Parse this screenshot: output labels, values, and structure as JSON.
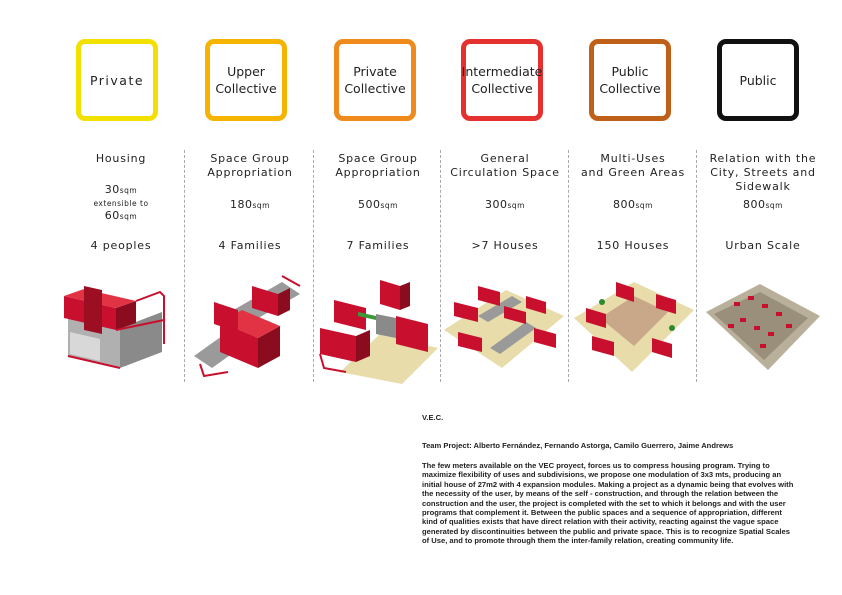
{
  "categories": [
    {
      "label": "Private",
      "color": "#f2e100"
    },
    {
      "label": "Upper\nCollective",
      "color": "#f5b400"
    },
    {
      "label": "Private\nCollective",
      "color": "#ef8a1c"
    },
    {
      "label": "Intermediate\nCollective",
      "color": "#e53030"
    },
    {
      "label": "Public\nCollective",
      "color": "#c06018"
    },
    {
      "label": "Public",
      "color": "#111111"
    }
  ],
  "columns": [
    {
      "title": "Housing",
      "size_a": "30",
      "unit": "sqm",
      "ext": "extensible to",
      "size_b": "60",
      "people": "4 peoples"
    },
    {
      "title": "Space Group\nAppropriation",
      "size": "180",
      "unit": "sqm",
      "people": "4 Families"
    },
    {
      "title": "Space Group\nAppropriation",
      "size": "500",
      "unit": "sqm",
      "people": "7 Families"
    },
    {
      "title": "General\nCirculation Space",
      "size": "300",
      "unit": "sqm",
      "people": ">7 Houses"
    },
    {
      "title": "Multi-Uses\nand Green Areas",
      "size": "800",
      "unit": "sqm",
      "people": "150 Houses"
    },
    {
      "title": "Relation with the\nCity, Streets and\nSidewalk",
      "size": "800",
      "unit": "sqm",
      "people": "Urban Scale"
    }
  ],
  "project": {
    "name": "V.E.C.",
    "team": "Team Project: Alberto Fernández, Fernando Astorga, Camilo Guerrero, Jaime Andrews",
    "description": "The few meters available on the VEC proyect, forces us to compress housing program. Trying to maximize flexibility of uses and subdivisions, we propose one modulation of 3x3 mts, producing an initial house of 27m2 with 4 expansion modules. Making a project as a dynamic being that evolves with the necessity of the user, by means of the self - construction, and through the relation between the construction and the user, the project is completed with the set to which it belongs and with the user programs that complement it.  Between the public spaces and a sequence of appropriation, different kind of qualities exists that have direct relation with their activity, reacting against the vague space generated by discontinuities between the public and private space. This is to recognize Spatial Scales of Use, and to promote through them the inter-family relation, creating community life."
  }
}
